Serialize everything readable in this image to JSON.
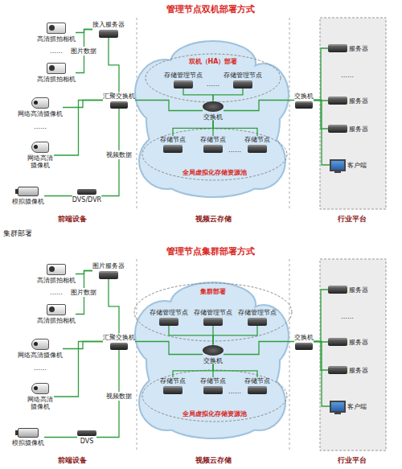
{
  "diagram": {
    "title": "管理节点双机部署方式",
    "nodes": [
      {
        "text": [
          "高清抓拍相机"
        ]
      },
      {
        "text": [
          "高清抓拍相机"
        ]
      },
      {
        "text": [
          "接入服务器"
        ]
      },
      {
        "text": [
          "网络高清摄像机"
        ]
      },
      {
        "text": [
          "网络高清 摄像机"
        ]
      },
      {
        "text": [
          "模拟摄像机"
        ]
      },
      {
        "text": [
          "DVS/DVR"
        ]
      },
      {
        "text": [
          "汇聚交换机"
        ]
      },
      {
        "text": [
          "存储管理节点"
        ]
      },
      {
        "text": [
          "存储管理节点"
        ]
      },
      {
        "text": [
          "交换机"
        ]
      },
      {
        "text": [
          "存储节点"
        ]
      },
      {
        "text": [
          "存储节点"
        ]
      },
      {
        "text": [
          "存储节点"
        ]
      },
      {
        "text": [
          "交换机"
        ]
      },
      {
        "text": [
          "服务器"
        ]
      },
      {
        "text": [
          "服务器"
        ]
      },
      {
        "text": [
          "服务器"
        ]
      },
      {
        "text": [
          "客户端"
        ]
      },
      {
        "text": [
          "高清抓拍相机"
        ]
      },
      {
        "text": [
          "高清抓拍相机"
        ]
      },
      {
        "text": [
          "图片服务器"
        ]
      },
      {
        "text": [
          "网络高清摄像机"
        ]
      },
      {
        "text": [
          "网络高清 摄像机"
        ]
      },
      {
        "text": [
          "模拟摄像机"
        ]
      },
      {
        "text": [
          "DVS"
        ]
      },
      {
        "text": [
          "汇聚交换机"
        ]
      },
      {
        "text": [
          "存储管理节点"
        ]
      },
      {
        "text": [
          "存储管理节点"
        ]
      },
      {
        "text": [
          "存储管理节点"
        ]
      },
      {
        "text": [
          "交换机"
        ]
      },
      {
        "text": [
          "存储节点"
        ]
      },
      {
        "text": [
          "存储节点"
        ]
      },
      {
        "text": [
          "存储节点"
        ]
      },
      {
        "text": [
          "交换机"
        ]
      },
      {
        "text": [
          "服务器"
        ]
      },
      {
        "text": [
          "服务器"
        ]
      },
      {
        "text": [
          "服务器"
        ]
      },
      {
        "text": [
          "客户端"
        ]
      }
    ],
    "edges": [
      {
        "from": 0,
        "to": 2,
        "label": "图片数据",
        "arrow": "none"
      },
      {
        "from": 1,
        "to": 2,
        "arrow": "none"
      },
      {
        "from": 2,
        "to": 7,
        "arrow": "none"
      },
      {
        "from": 3,
        "to": 7,
        "arrow": "none"
      },
      {
        "from": 4,
        "to": 7,
        "arrow": "none"
      },
      {
        "from": 5,
        "to": 6,
        "arrow": "none"
      },
      {
        "from": 6,
        "to": 7,
        "label": "视频数据",
        "arrow": "none"
      },
      {
        "from": 7,
        "to": 10,
        "arrow": "none"
      },
      {
        "from": 10,
        "to": 8,
        "arrow": "none"
      },
      {
        "from": 10,
        "to": 9,
        "arrow": "none"
      },
      {
        "from": 10,
        "to": 11,
        "arrow": "none"
      },
      {
        "from": 10,
        "to": 12,
        "arrow": "none"
      },
      {
        "from": 10,
        "to": 13,
        "arrow": "none"
      },
      {
        "from": 10,
        "to": 14,
        "arrow": "none"
      },
      {
        "from": 14,
        "to": 15,
        "arrow": "none"
      },
      {
        "from": 14,
        "to": 16,
        "arrow": "none"
      },
      {
        "from": 14,
        "to": 17,
        "arrow": "none"
      },
      {
        "from": 14,
        "to": 18,
        "arrow": "none"
      },
      {
        "from": 19,
        "to": 21,
        "label": "图片数据",
        "arrow": "none"
      },
      {
        "from": 20,
        "to": 21,
        "arrow": "none"
      },
      {
        "from": 21,
        "to": 26,
        "arrow": "none"
      },
      {
        "from": 22,
        "to": 26,
        "arrow": "none"
      },
      {
        "from": 23,
        "to": 26,
        "arrow": "none"
      },
      {
        "from": 24,
        "to": 25,
        "arrow": "none"
      },
      {
        "from": 25,
        "to": 26,
        "label": "视频数据",
        "arrow": "none"
      },
      {
        "from": 26,
        "to": 30,
        "arrow": "none"
      },
      {
        "from": 30,
        "to": 27,
        "arrow": "none"
      },
      {
        "from": 30,
        "to": 28,
        "arrow": "none"
      },
      {
        "from": 30,
        "to": 29,
        "arrow": "none"
      },
      {
        "from": 30,
        "to": 31,
        "arrow": "none"
      },
      {
        "from": 30,
        "to": 32,
        "arrow": "none"
      },
      {
        "from": 30,
        "to": 33,
        "arrow": "none"
      },
      {
        "from": 30,
        "to": 34,
        "arrow": "none"
      },
      {
        "from": 34,
        "to": 35,
        "arrow": "none"
      },
      {
        "from": 34,
        "to": 36,
        "arrow": "none"
      },
      {
        "from": 34,
        "to": 37,
        "arrow": "none"
      },
      {
        "from": 34,
        "to": 38,
        "arrow": "none"
      }
    ],
    "labels": [
      "管理节点集群部署方式",
      "集群部署",
      "双机（HA）部署",
      "全局虚拟化存储资源池",
      "……",
      "……",
      "……",
      "……",
      "……",
      "前端设备",
      "视频云存储",
      "行业平台",
      "集群部署",
      "全局虚拟化存储资源池",
      "……",
      "……",
      "……",
      "……",
      "前端设备",
      "视频云存储",
      "行业平台"
    ]
  }
}
